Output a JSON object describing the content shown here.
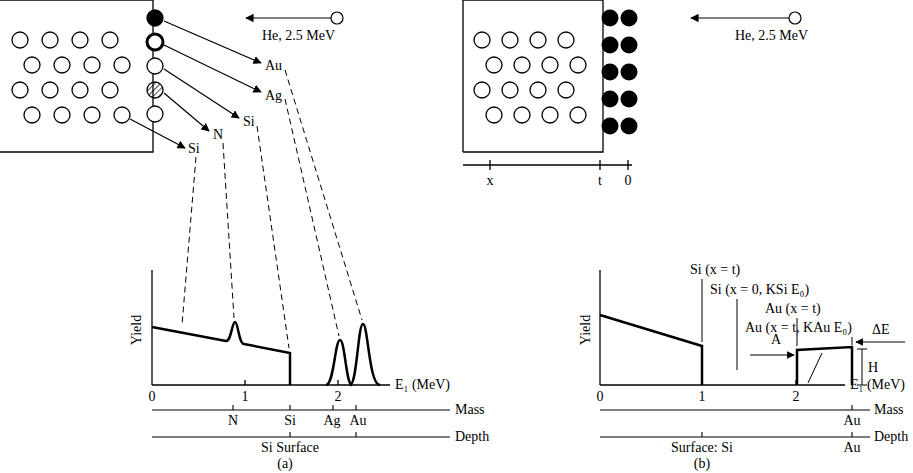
{
  "diagram": {
    "labels": [
      "He, 2.5 MeV",
      "Au",
      "Ag",
      "Si",
      "N",
      "Si",
      "Yield",
      "0",
      "1",
      "2",
      "E₁ (MeV)",
      "Mass",
      "N",
      "Si",
      "Ag",
      "Au",
      "Depth",
      "Si Surface",
      "(a)",
      "He, 2.5 MeV",
      "x",
      "t",
      "0",
      "Yield",
      "Si (x = t)",
      "Si (x = 0, KSi E₀)",
      "Au (x = t)",
      "Au (x = t, KAu E₀)",
      "A",
      "ΔE",
      "H",
      "0",
      "1",
      "2",
      "E₁ (MeV)",
      "Mass",
      "Au",
      "Depth",
      "Surface: Si",
      "Au",
      "(b)"
    ]
  }
}
